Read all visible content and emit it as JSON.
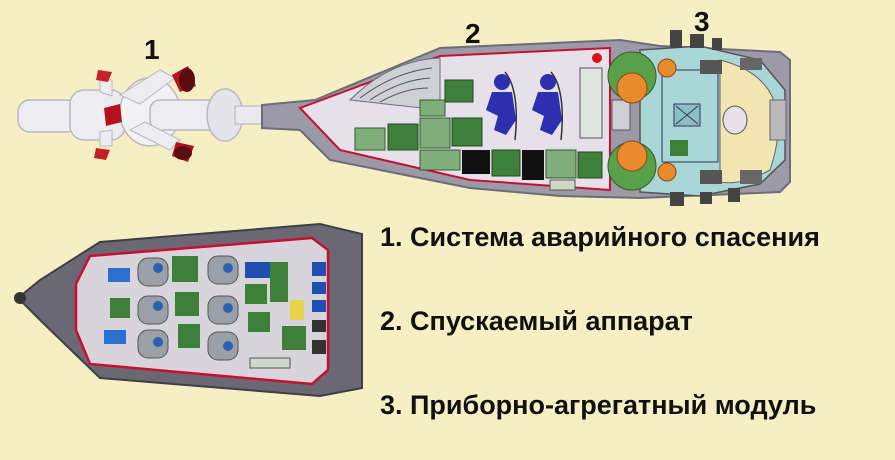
{
  "callouts": {
    "n1": "1",
    "n2": "2",
    "n3": "3"
  },
  "legend": [
    {
      "text": "1. Система аварийного спасения"
    },
    {
      "text": "2. Спускаемый аппарат"
    },
    {
      "text": "3. Приборно-агрегатный модуль"
    }
  ],
  "colors": {
    "background": "#f7efc4",
    "hull": "#9b9aa6",
    "hull_outline": "#c8102e",
    "interior": "#e6e0ea",
    "panel_green": "#3e7f3a",
    "panel_light_green": "#7fae7a",
    "crew_blue": "#2b2fb0",
    "tank_green": "#58a04a",
    "tank_orange": "#e98a2c",
    "module_cyan": "#a9d6d6",
    "escape_tower": "#e9e9ee",
    "nozzle_red": "#b5121b"
  }
}
